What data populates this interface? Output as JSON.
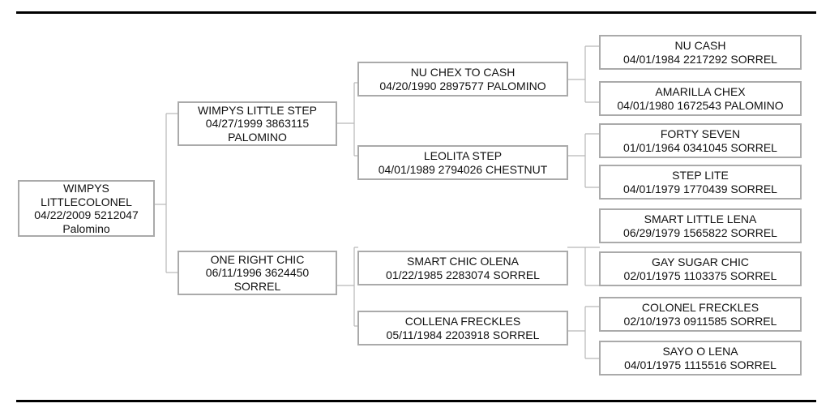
{
  "pedigree": {
    "subject": {
      "name_line1": "WIMPYS",
      "name_line2": "LITTLECOLONEL",
      "details": "04/22/2009 5212047",
      "color": "Palomino"
    },
    "sire": {
      "name": "WIMPYS LITTLE STEP",
      "details": "04/27/1999 3863115",
      "color": "PALOMINO"
    },
    "dam": {
      "name": "ONE RIGHT CHIC",
      "details": "06/11/1996 3624450",
      "color": "SORREL"
    },
    "sire_sire": {
      "name": "NU CHEX TO CASH",
      "details": "04/20/1990 2897577 PALOMINO"
    },
    "sire_dam": {
      "name": "LEOLITA STEP",
      "details": "04/01/1989 2794026 CHESTNUT"
    },
    "dam_sire": {
      "name": "SMART CHIC OLENA",
      "details": "01/22/1985 2283074 SORREL"
    },
    "dam_dam": {
      "name": "COLLENA FRECKLES",
      "details": "05/11/1984 2203918 SORREL"
    },
    "gen3": [
      {
        "name": "NU CASH",
        "details": "04/01/1984 2217292 SORREL"
      },
      {
        "name": "AMARILLA CHEX",
        "details": "04/01/1980 1672543 PALOMINO"
      },
      {
        "name": "FORTY SEVEN",
        "details": "01/01/1964 0341045 SORREL"
      },
      {
        "name": "STEP LITE",
        "details": "04/01/1979 1770439 SORREL"
      },
      {
        "name": "SMART LITTLE LENA",
        "details": "06/29/1979 1565822 SORREL"
      },
      {
        "name": "GAY SUGAR CHIC",
        "details": "02/01/1975 1103375 SORREL"
      },
      {
        "name": "COLONEL FRECKLES",
        "details": "02/10/1973 0911585 SORREL"
      },
      {
        "name": "SAYO O LENA",
        "details": "04/01/1975 1115516 SORREL"
      }
    ]
  }
}
